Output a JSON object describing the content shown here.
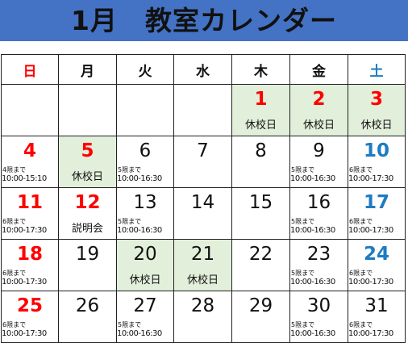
{
  "title": "1月　教室カレンダー",
  "weekdays": [
    "日",
    "月",
    "火",
    "水",
    "木",
    "金",
    "土"
  ],
  "colors": {
    "title_bar": "#4472c4",
    "sunday_red": "#ff0000",
    "saturday_blue": "#1f7bc1",
    "closed_green": "#e2efda"
  },
  "weeks": [
    [
      {
        "day": "",
        "style": "",
        "green": false
      },
      {
        "day": "",
        "style": "",
        "green": false
      },
      {
        "day": "",
        "style": "",
        "green": false
      },
      {
        "day": "",
        "style": "",
        "green": false
      },
      {
        "day": "1",
        "style": "red",
        "green": true,
        "label": "休校日"
      },
      {
        "day": "2",
        "style": "red",
        "green": true,
        "label": "休校日"
      },
      {
        "day": "3",
        "style": "red",
        "green": true,
        "label": "休校日"
      }
    ],
    [
      {
        "day": "4",
        "style": "red",
        "green": false,
        "note1": "4限まで",
        "note2": "10:00-15:10"
      },
      {
        "day": "5",
        "style": "red",
        "green": true,
        "label": "休校日"
      },
      {
        "day": "6",
        "style": "",
        "green": false,
        "note1": "5限まで",
        "note2": "10:00-16:30"
      },
      {
        "day": "7",
        "style": "",
        "green": false
      },
      {
        "day": "8",
        "style": "",
        "green": false
      },
      {
        "day": "9",
        "style": "",
        "green": false,
        "note1": "5限まで",
        "note2": "10:00-16:30"
      },
      {
        "day": "10",
        "style": "blue",
        "green": false,
        "note1": "6限まで",
        "note2": "10:00-17:30"
      }
    ],
    [
      {
        "day": "11",
        "style": "red",
        "green": false,
        "note1": "6限まで",
        "note2": "10:00-17:30"
      },
      {
        "day": "12",
        "style": "red",
        "green": false,
        "label": "説明会"
      },
      {
        "day": "13",
        "style": "",
        "green": false,
        "note1": "5限まで",
        "note2": "10:00-16:30"
      },
      {
        "day": "14",
        "style": "",
        "green": false
      },
      {
        "day": "15",
        "style": "",
        "green": false
      },
      {
        "day": "16",
        "style": "",
        "green": false,
        "note1": "5限まで",
        "note2": "10:00-16:30"
      },
      {
        "day": "17",
        "style": "blue",
        "green": false,
        "note1": "6限まで",
        "note2": "10:00-17:30"
      }
    ],
    [
      {
        "day": "18",
        "style": "red",
        "green": false,
        "note1": "6限まで",
        "note2": "10:00-17:30"
      },
      {
        "day": "19",
        "style": "",
        "green": false
      },
      {
        "day": "20",
        "style": "",
        "green": true,
        "label": "休校日"
      },
      {
        "day": "21",
        "style": "",
        "green": true,
        "label": "休校日"
      },
      {
        "day": "22",
        "style": "",
        "green": false
      },
      {
        "day": "23",
        "style": "",
        "green": false,
        "note1": "5限まで",
        "note2": "10:00-16:30"
      },
      {
        "day": "24",
        "style": "blue",
        "green": false,
        "note1": "6限まで",
        "note2": "10:00-17:30"
      }
    ],
    [
      {
        "day": "25",
        "style": "red",
        "green": false,
        "note1": "6限まで",
        "note2": "10:00-17:30"
      },
      {
        "day": "26",
        "style": "",
        "green": false
      },
      {
        "day": "27",
        "style": "",
        "green": false,
        "note1": "5限まで",
        "note2": "10:00-16:30"
      },
      {
        "day": "28",
        "style": "",
        "green": false
      },
      {
        "day": "29",
        "style": "",
        "green": false
      },
      {
        "day": "30",
        "style": "",
        "green": false,
        "note1": "5限まで",
        "note2": "10:00-16:30"
      },
      {
        "day": "31",
        "style": "",
        "green": false,
        "note1": "6限まで",
        "note2": "10:00-17:30"
      }
    ]
  ]
}
